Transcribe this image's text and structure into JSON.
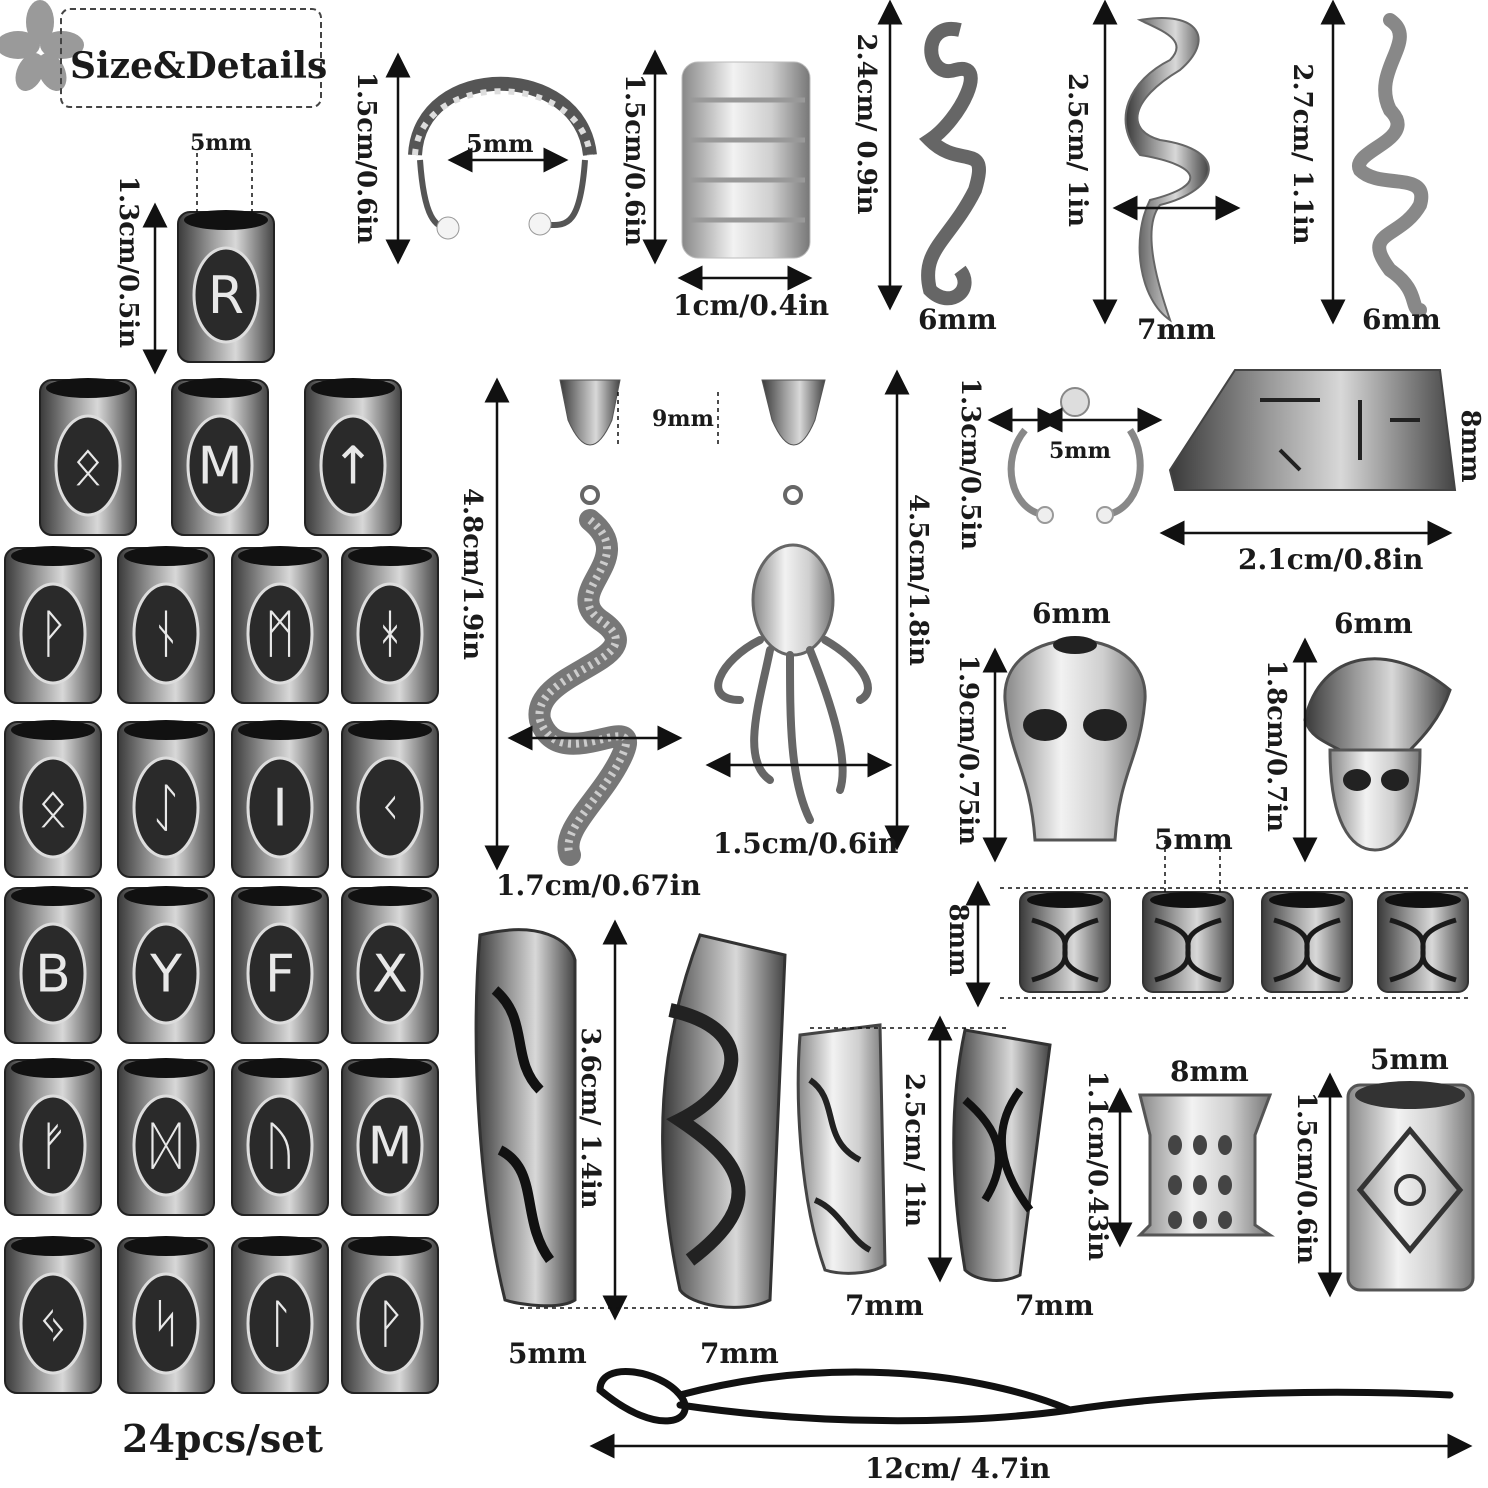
{
  "header": {
    "title": "Size&Details"
  },
  "footer": {
    "set_count": "24pcs/set"
  },
  "colors": {
    "metal_dark": "#2e2e2e",
    "metal_mid": "#8a8a8a",
    "metal_light": "#d9d9d9",
    "text": "#1a1a1a",
    "background": "#ffffff"
  },
  "items": {
    "rune_single": {
      "height": "1.3cm/0.5in",
      "hole": "5mm"
    },
    "pearl_cuff": {
      "height": "1.5cm/0.6in",
      "hole": "5mm"
    },
    "coil_cuff": {
      "height": "1.5cm/0.6in",
      "width": "1cm/0.4in"
    },
    "spiral": {
      "height": "2.4cm/ 0.9in",
      "hole": "6mm"
    },
    "dragon_spiral": {
      "height": "2.5cm/ 1in",
      "hole": "7mm"
    },
    "snake_spiral": {
      "height": "2.7cm/ 1.1in",
      "hole": "6mm"
    },
    "snake_pendant": {
      "height": "4.8cm/1.9in",
      "bail": "9mm",
      "width": "1.7cm/0.67in"
    },
    "octopus_pendant": {
      "height": "4.5cm/1.8in",
      "width": "1.5cm/0.6in"
    },
    "small_cuff": {
      "height": "1.3cm/0.5in",
      "hole": "5mm"
    },
    "rune_cone": {
      "height": "8mm",
      "width": "2.1cm/0.8in"
    },
    "skull": {
      "height": "1.9cm/0.75in",
      "hole": "6mm"
    },
    "pirate_skull": {
      "height": "1.8cm/0.7in",
      "hole": "6mm"
    },
    "knot_beads": {
      "height": "8mm",
      "hole": "5mm"
    },
    "filigree_tube": {
      "height": "3.6cm/ 1.4in",
      "hole_a": "5mm",
      "hole_b": "7mm"
    },
    "short_tube": {
      "height": "2.5cm/ 1in",
      "hole_a": "7mm",
      "hole_b": "7mm"
    },
    "dot_bead": {
      "height": "1.1cm/0.43in",
      "hole": "8mm"
    },
    "diamond_bead": {
      "height": "1.5cm/0.6in",
      "hole": "5mm"
    },
    "threader_tool": {
      "length": "12cm/ 4.7in"
    }
  },
  "runes": [
    "R",
    "ᛟ",
    "M",
    "↑",
    "ᚹ",
    "ᚾ",
    "ᛗ",
    "ᚼ",
    "ᛟ",
    "ᛇ",
    "I",
    "ᚲ",
    "B",
    "Y",
    "F",
    "X",
    "ᚠ",
    "ᛞ",
    "ᚢ",
    "M",
    "ᛃ",
    "ᛋ",
    "ᛚ",
    "ᚹ"
  ]
}
